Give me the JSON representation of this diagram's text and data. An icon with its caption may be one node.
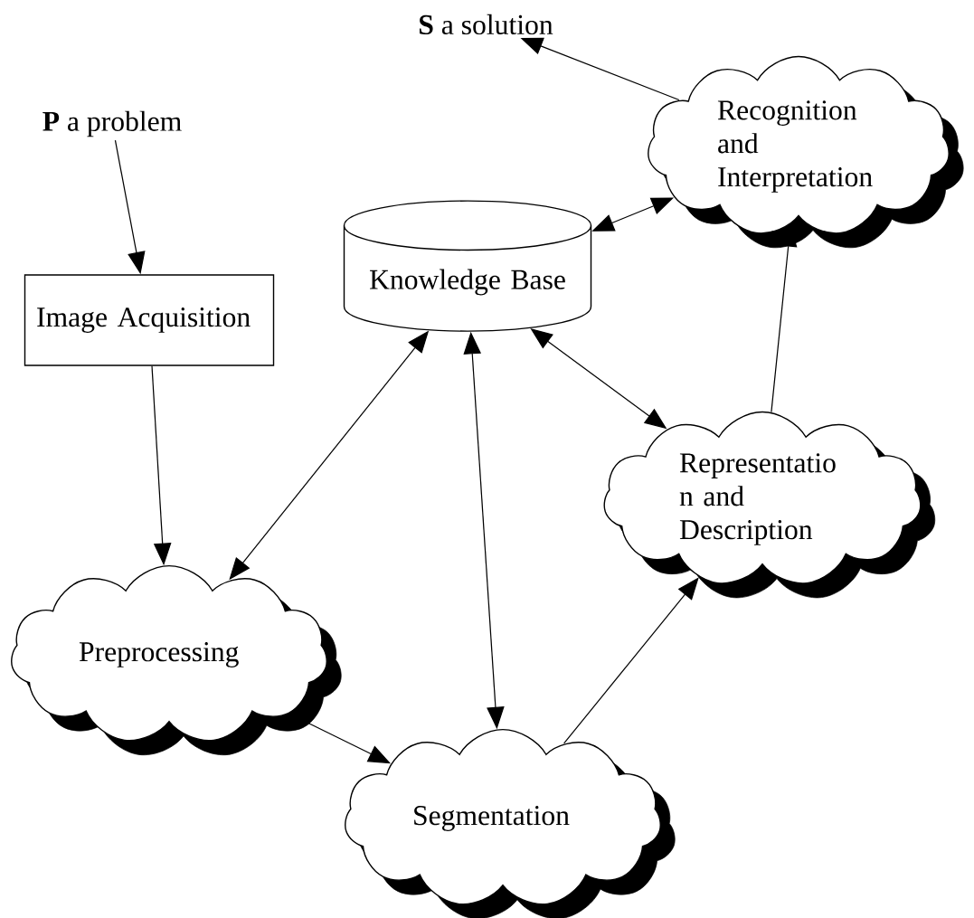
{
  "diagram": {
    "nodes": [
      {
        "text": [
          "**P** a problem"
        ]
      },
      {
        "text": [
          "Image Acquisition"
        ]
      },
      {
        "text": [
          "Knowledge Base"
        ]
      },
      {
        "text": [
          "Recognition and Interpretation"
        ]
      },
      {
        "text": [
          "**S** a solution"
        ]
      },
      {
        "text": [
          "Preprocessing"
        ]
      },
      {
        "text": [
          "Segmentation"
        ]
      },
      {
        "text": [
          "Representatio n and Description"
        ]
      }
    ],
    "edges": [
      {
        "from": 0,
        "to": 1,
        "arrow": "to"
      },
      {
        "from": 1,
        "to": 5,
        "arrow": "to"
      },
      {
        "from": 5,
        "to": 2,
        "arrow": "both"
      },
      {
        "from": 2,
        "to": 6,
        "arrow": "both"
      },
      {
        "from": 2,
        "to": 7,
        "arrow": "both"
      },
      {
        "from": 2,
        "to": 3,
        "arrow": "both"
      },
      {
        "from": 5,
        "to": 6,
        "arrow": "to"
      },
      {
        "from": 6,
        "to": 7,
        "arrow": "to"
      },
      {
        "from": 7,
        "to": 3,
        "arrow": "to"
      },
      {
        "from": 3,
        "to": 4,
        "arrow": "to"
      }
    ]
  }
}
